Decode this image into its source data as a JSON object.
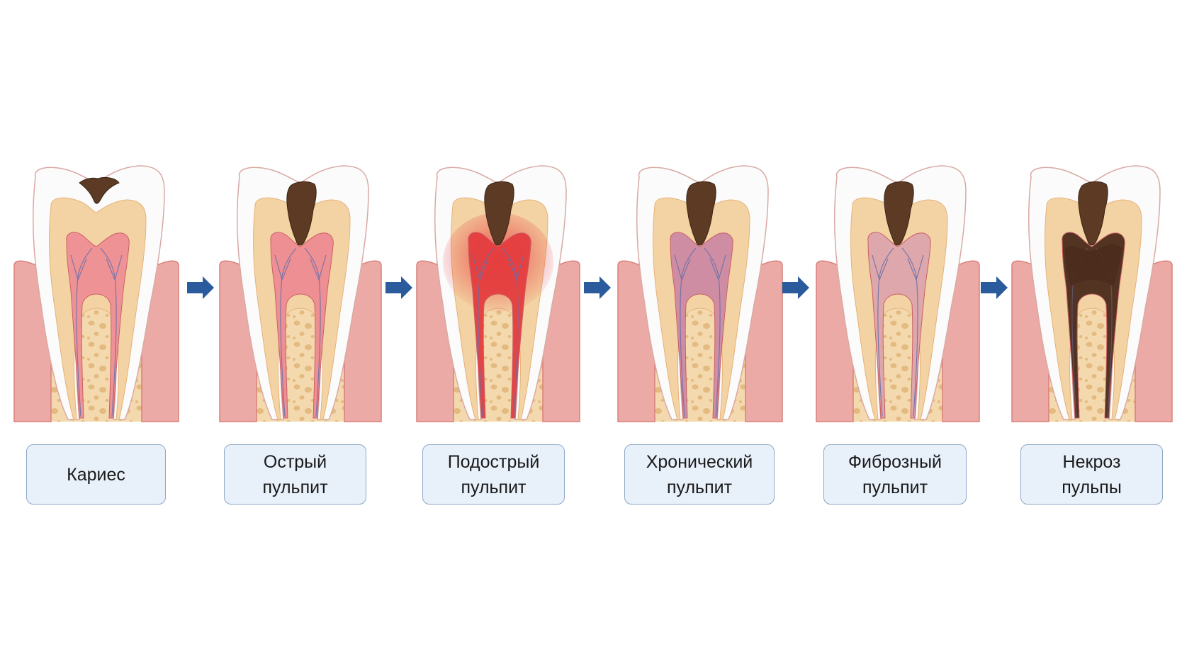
{
  "stages": [
    {
      "name": "caries",
      "label": "Кариес",
      "pulp": "healthy"
    },
    {
      "name": "acute-pulpitis",
      "label": "Острый\nпульпит",
      "pulp": "acute"
    },
    {
      "name": "subacute-pulpitis",
      "label": "Подострый\nпульпит",
      "pulp": "subacute"
    },
    {
      "name": "chronic-pulpitis",
      "label": "Хронический\nпульпит",
      "pulp": "chronic"
    },
    {
      "name": "fibrous-pulpitis",
      "label": "Фиброзный\nпульпит",
      "pulp": "fibrous"
    },
    {
      "name": "pulp-necrosis",
      "label": "Некроз\nпульпы",
      "pulp": "necrosis"
    }
  ],
  "arrow_icon": "right-arrow-icon",
  "colors": {
    "arrow": "#2a5b9c",
    "bone": "#f4d9ae",
    "bone_pores": "#e6bf86",
    "gum": "#ecaaa6",
    "gum_edge": "#d9807c",
    "enamel": "#fbfbfb",
    "dentin": "#f3d3a3",
    "decay": "#5c3a24",
    "label_bg": "#e8f0fa",
    "label_border": "#8fa8c6",
    "pulp_healthy": "#ef8f95",
    "pulp_acute": "#ee8c93",
    "pulp_subacute": "#e53d3f",
    "pulp_chronic": "#cd8aa4",
    "pulp_fibrous": "#dca5ac",
    "pulp_necrosis": "#4b2b1c"
  }
}
